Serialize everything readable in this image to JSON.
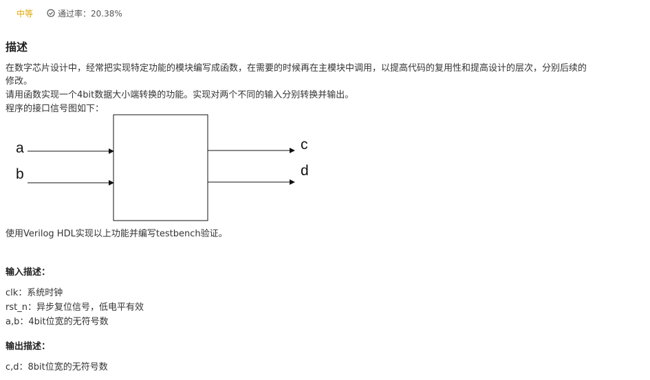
{
  "meta": {
    "difficulty": "中等",
    "pass_rate": "通过率：20.38%"
  },
  "description": {
    "title": "描述",
    "lines": [
      "在数字芯片设计中，经常把实现特定功能的模块编写成函数，在需要的时候再在主模块中调用，以提高代码的复用性和提高设计的层次，分别后续的",
      "修改。",
      "请用函数实现一个4bit数据大小端转换的功能。实现对两个不同的输入分别转换并输出。",
      "程序的接口信号图如下："
    ],
    "after_diagram": "使用Verilog HDL实现以上功能并编写testbench验证。"
  },
  "diagram": {
    "inputs": [
      "a",
      "b"
    ],
    "outputs": [
      "c",
      "d"
    ]
  },
  "input_desc": {
    "title": "输入描述：",
    "lines": [
      "clk：系统时钟",
      "rst_n：异步复位信号，低电平有效",
      "a,b：4bit位宽的无符号数"
    ]
  },
  "output_desc": {
    "title": "输出描述：",
    "lines": [
      "c,d：8bit位宽的无符号数"
    ]
  },
  "colors": {
    "difficulty": "#e0a800"
  },
  "icons": {
    "pass_rate": "check-circle-icon"
  }
}
